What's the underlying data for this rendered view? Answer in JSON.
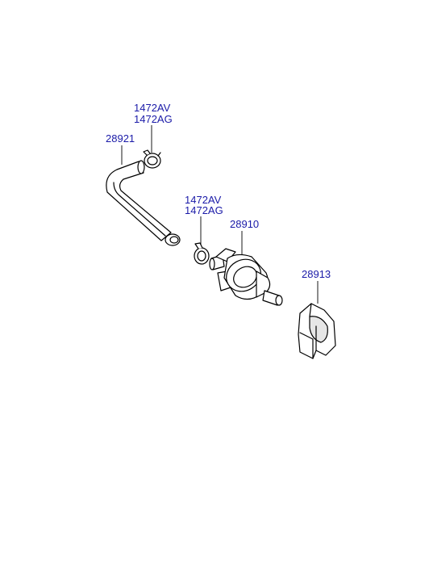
{
  "colors": {
    "label": "#1a1aa8",
    "line": "#000000",
    "part_fill": "#ffffff",
    "part_shade": "#e6e6e6"
  },
  "labels": {
    "hose_clamp_top_1": "1472AV",
    "hose_clamp_top_2": "1472AG",
    "hose": "28921",
    "hose_clamp_mid_1": "1472AV",
    "hose_clamp_mid_2": "1472AG",
    "valve": "28910",
    "bracket": "28913"
  }
}
